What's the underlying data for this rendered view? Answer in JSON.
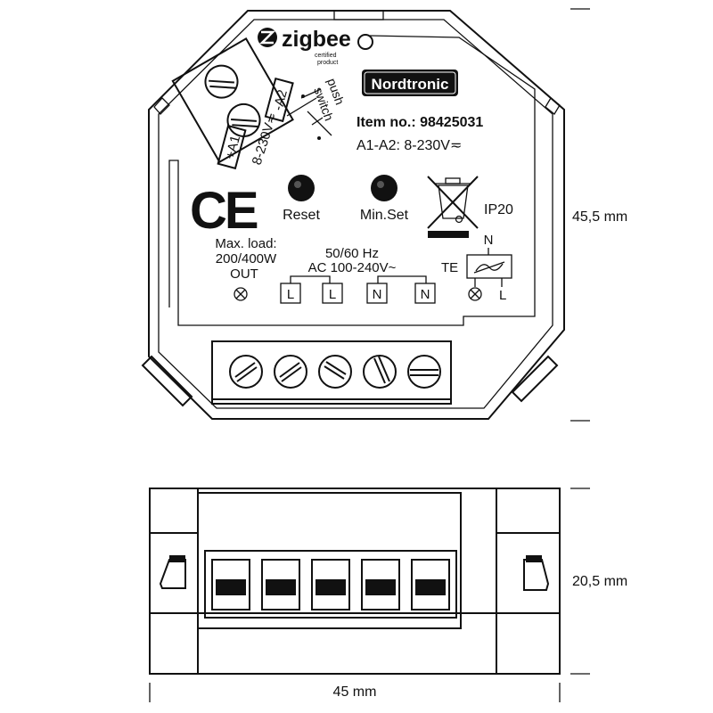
{
  "brand": {
    "zigbee": "zigbee",
    "zigbee_line1": "certified",
    "zigbee_line2": "product",
    "nordtronic": "Nordtronic"
  },
  "terminals_top": {
    "a2": "-A2",
    "a1": "+A1",
    "voltage": "8-230V≂",
    "push_line1": "push",
    "push_line2": "switch"
  },
  "info": {
    "item": "Item no.: 98425031",
    "a1a2": "A1-A2: 8-230V≂",
    "ip": "IP20",
    "ce": "CE"
  },
  "buttons": {
    "reset": "Reset",
    "minset": "Min.Set"
  },
  "load": {
    "line1": "Max. load:",
    "line2": "200/400W",
    "out": "OUT"
  },
  "supply": {
    "freq": "50/60 Hz",
    "ac": "AC 100-240V~",
    "terminals": [
      "L",
      "L",
      "N",
      "N"
    ]
  },
  "te": {
    "label": "TE",
    "n": "N",
    "l": "L"
  },
  "dimensions": {
    "height": "45,5 mm",
    "depth": "20,5 mm",
    "width": "45 mm"
  }
}
